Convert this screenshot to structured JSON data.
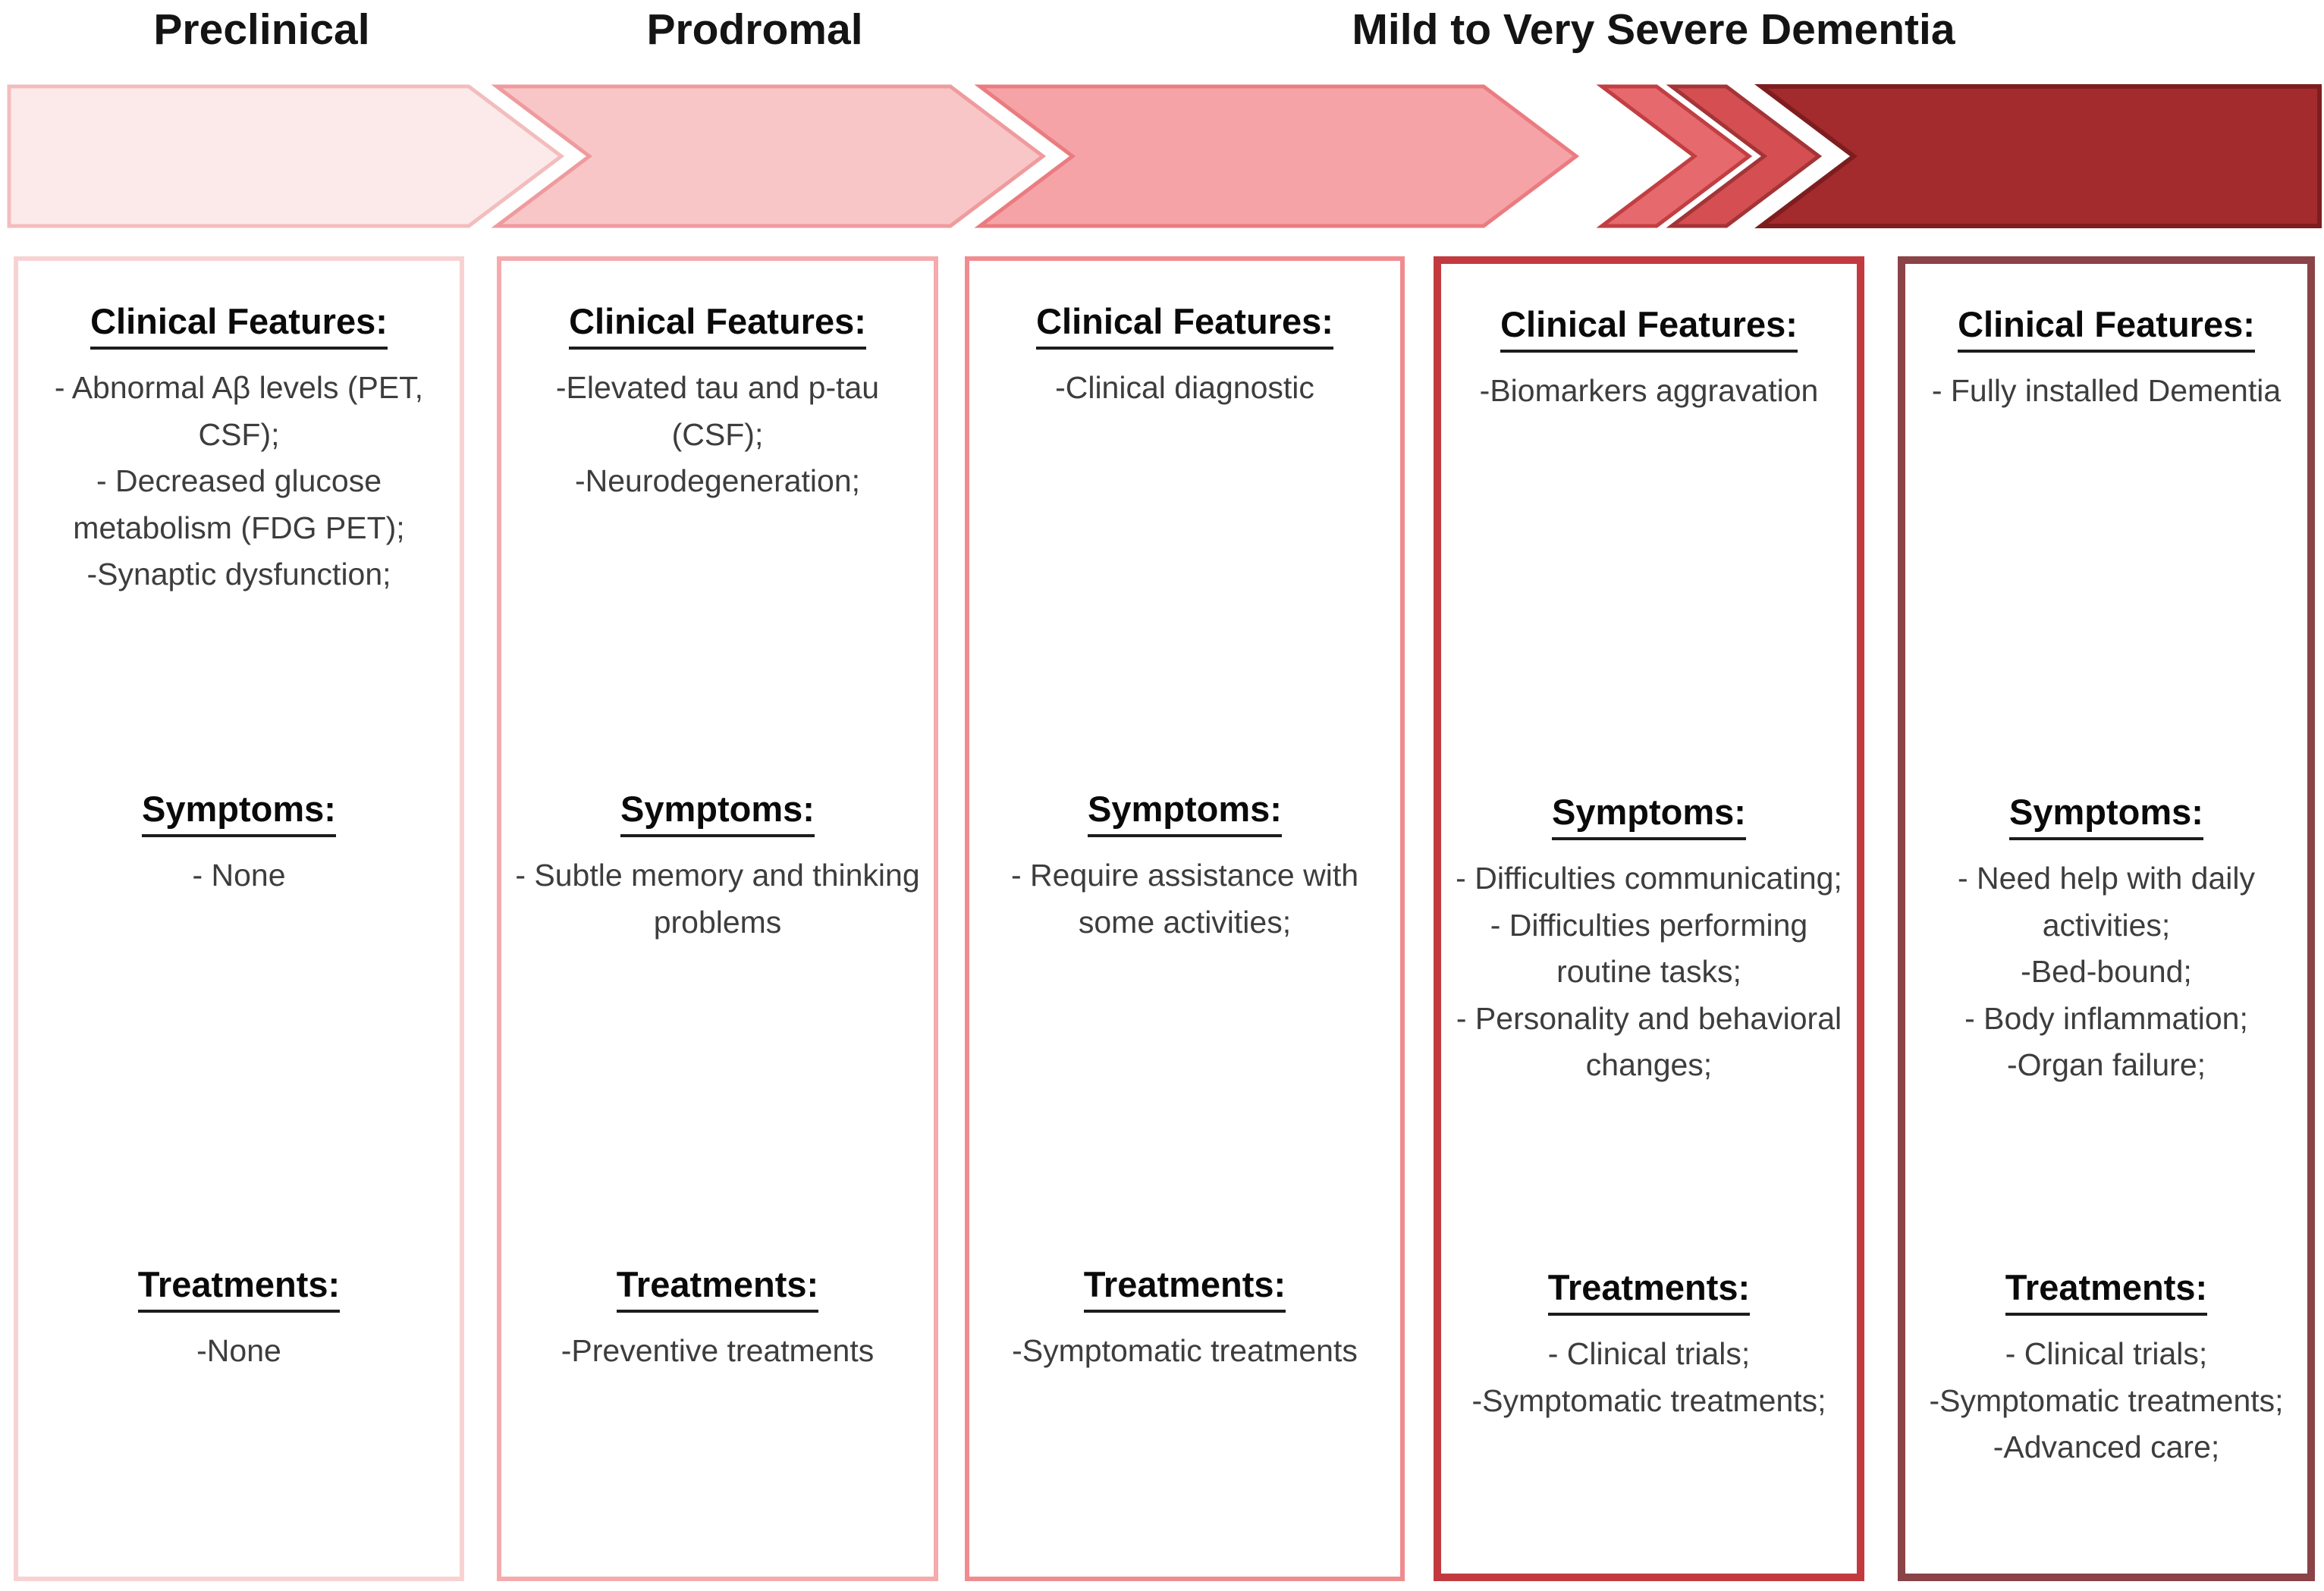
{
  "labels": {
    "preclinical": "Preclinical",
    "prodromal": "Prodromal",
    "dementia": "Mild to Very Severe Dementia"
  },
  "columns": [
    {
      "features": {
        "heading": "Clinical Features:",
        "items": [
          "- Abnormal Aβ levels (PET, CSF);",
          "- Decreased glucose metabolism (FDG PET);",
          "-Synaptic dysfunction;"
        ]
      },
      "symptoms": {
        "heading": "Symptoms:",
        "items": [
          "- None"
        ]
      },
      "treatments": {
        "heading": "Treatments:",
        "items": [
          "-None"
        ]
      }
    },
    {
      "features": {
        "heading": "Clinical Features:",
        "items": [
          "-Elevated tau and p-tau (CSF);",
          "-Neurodegeneration;"
        ]
      },
      "symptoms": {
        "heading": "Symptoms:",
        "items": [
          "- Subtle memory and thinking problems"
        ]
      },
      "treatments": {
        "heading": "Treatments:",
        "items": [
          "-Preventive treatments"
        ]
      }
    },
    {
      "features": {
        "heading": "Clinical Features:",
        "items": [
          "-Clinical diagnostic"
        ]
      },
      "symptoms": {
        "heading": "Symptoms:",
        "items": [
          "- Require assistance with some activities;"
        ]
      },
      "treatments": {
        "heading": "Treatments:",
        "items": [
          "-Symptomatic treatments"
        ]
      }
    },
    {
      "features": {
        "heading": "Clinical Features:",
        "items": [
          "-Biomarkers aggravation"
        ]
      },
      "symptoms": {
        "heading": "Symptoms:",
        "items": [
          "- Difficulties communicating;",
          "- Difficulties performing routine tasks;",
          "- Personality and behavioral changes;"
        ]
      },
      "treatments": {
        "heading": "Treatments:",
        "items": [
          "- Clinical trials;",
          "-Symptomatic treatments;"
        ]
      }
    },
    {
      "features": {
        "heading": "Clinical Features:",
        "items": [
          "- Fully installed Dementia"
        ]
      },
      "symptoms": {
        "heading": "Symptoms:",
        "items": [
          "- Need help with daily activities;",
          "-Bed-bound;",
          "- Body inflammation;",
          "-Organ failure;"
        ]
      },
      "treatments": {
        "heading": "Treatments:",
        "items": [
          "- Clinical trials;",
          "-Symptomatic treatments;",
          "-Advanced care;"
        ]
      }
    }
  ],
  "colors": {
    "arrows": [
      {
        "name": "preclinical-arrow",
        "fill": "#FCEAEA",
        "stroke": "#F3BDBD"
      },
      {
        "name": "prodromal-arrow",
        "fill": "#F9C6C8",
        "stroke": "#EF9B9E"
      },
      {
        "name": "mild-arrow",
        "fill": "#F5A3A7",
        "stroke": "#EA7C80"
      },
      {
        "name": "moderate-chevron",
        "fill": "#E5696D",
        "stroke": "#C23E42"
      },
      {
        "name": "severe-chevron",
        "fill": "#D44E52",
        "stroke": "#A33437"
      },
      {
        "name": "very-severe-block",
        "fill": "#A32A2D",
        "stroke": "#7E1D1F"
      }
    ],
    "box_borders": [
      "#F8D2D2",
      "#F5ABAD",
      "#F08C90",
      "#C23A3E",
      "#8A4347"
    ]
  }
}
